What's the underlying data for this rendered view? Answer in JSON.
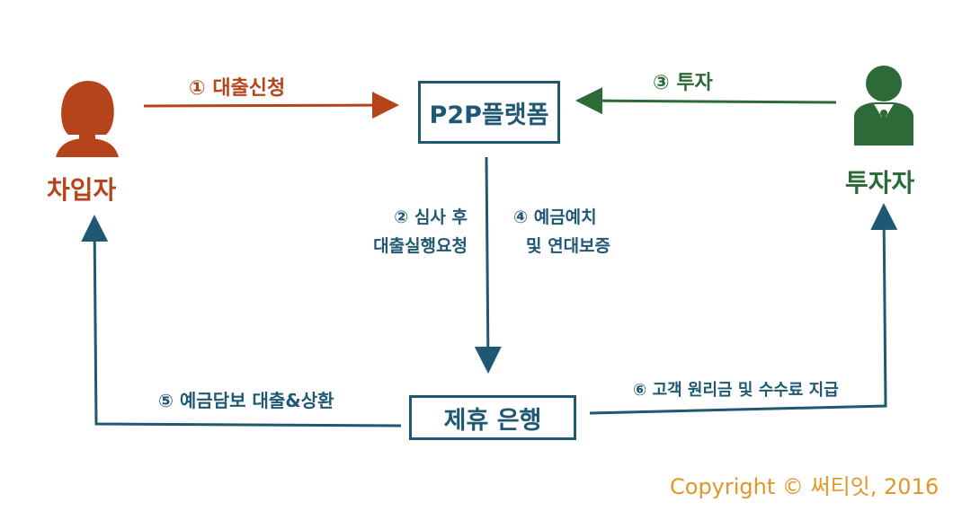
{
  "nodes": {
    "borrower": {
      "label": "차입자",
      "color": "#b5441b",
      "icon": "person-icon"
    },
    "investor": {
      "label": "투자자",
      "color": "#2c6a37",
      "icon": "businessman-icon"
    },
    "platform": {
      "label": "P2P플랫폼",
      "color": "#1f5873"
    },
    "bank": {
      "label": "제휴 은행",
      "color": "#1f5873"
    }
  },
  "edges": {
    "step1": {
      "number": "①",
      "label": "대출신청"
    },
    "step2": {
      "number": "②",
      "line1": "심사 후",
      "line2": "대출실행요청"
    },
    "step3": {
      "number": "③",
      "label": "투자"
    },
    "step4": {
      "number": "④",
      "line1": "예금예치",
      "line2": "및 연대보증"
    },
    "step5": {
      "number": "⑤",
      "label": "예금담보 대출&상환"
    },
    "step6": {
      "number": "⑥",
      "label": "고객 원리금 및 수수료 지급"
    }
  },
  "copyright": "Copyright © 써티잇, 2016"
}
